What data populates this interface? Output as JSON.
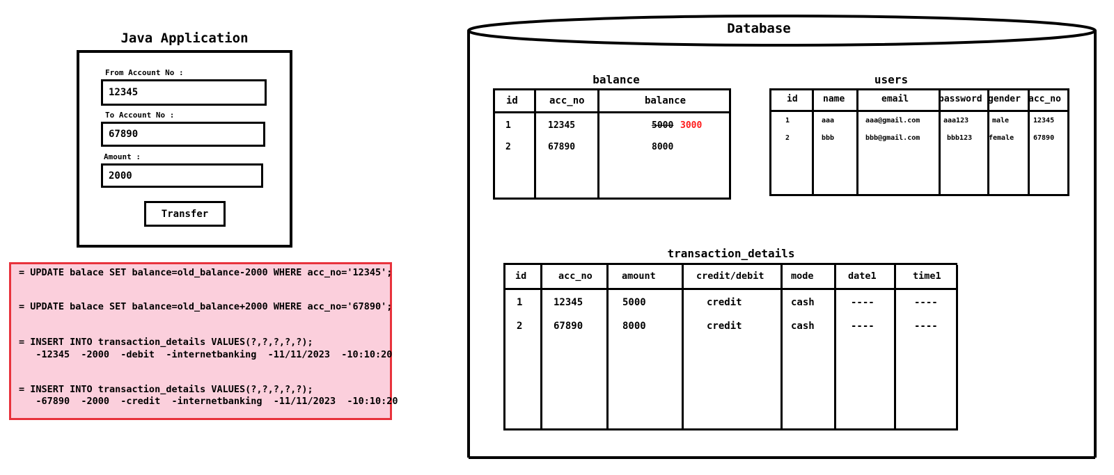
{
  "app": {
    "title": "Java Application",
    "from_label": "From Account No :",
    "from_value": "12345",
    "to_label": "To Account No :",
    "to_value": "67890",
    "amount_label": "Amount :",
    "amount_value": "2000",
    "transfer_label": "Transfer"
  },
  "sql": {
    "lines": [
      "= UPDATE balace SET balance=old_balance-2000 WHERE acc_no='12345';",
      "= UPDATE balace SET balance=old_balance+2000 WHERE acc_no='67890';",
      "= INSERT INTO transaction_details VALUES(?,?,?,?,?);",
      "   -12345  -2000  -debit  -internetbanking  -11/11/2023  -10:10:20",
      "= INSERT INTO transaction_details VALUES(?,?,?,?,?);",
      "   -67890  -2000  -credit  -internetbanking  -11/11/2023  -10:10:20"
    ],
    "colors": {
      "background": "#fbcfdc",
      "border": "#e8323c"
    }
  },
  "database": {
    "title": "Database",
    "balance": {
      "title": "balance",
      "headers": [
        "id",
        "acc_no",
        "balance"
      ],
      "rows": [
        [
          "1",
          "12345",
          "5000",
          "3000"
        ],
        [
          "2",
          "67890",
          "8000",
          ""
        ]
      ],
      "highlight_color": "#ff1a1a"
    },
    "users": {
      "title": "users",
      "headers": [
        "id",
        "name",
        "email",
        "password",
        "gender",
        "acc_no"
      ],
      "rows": [
        [
          "1",
          "aaa",
          "aaa@gmail.com",
          "aaa123",
          "male",
          "12345"
        ],
        [
          "2",
          "bbb",
          "bbb@gmail.com",
          "bbb123",
          "female",
          "67890"
        ]
      ]
    },
    "transaction_details": {
      "title": "transaction_details",
      "headers": [
        "id",
        "acc_no",
        "amount",
        "credit/debit",
        "mode",
        "date1",
        "time1"
      ],
      "rows": [
        [
          "1",
          "12345",
          "5000",
          "credit",
          "cash",
          "----",
          "----"
        ],
        [
          "2",
          "67890",
          "8000",
          "credit",
          "cash",
          "----",
          "----"
        ]
      ]
    }
  }
}
